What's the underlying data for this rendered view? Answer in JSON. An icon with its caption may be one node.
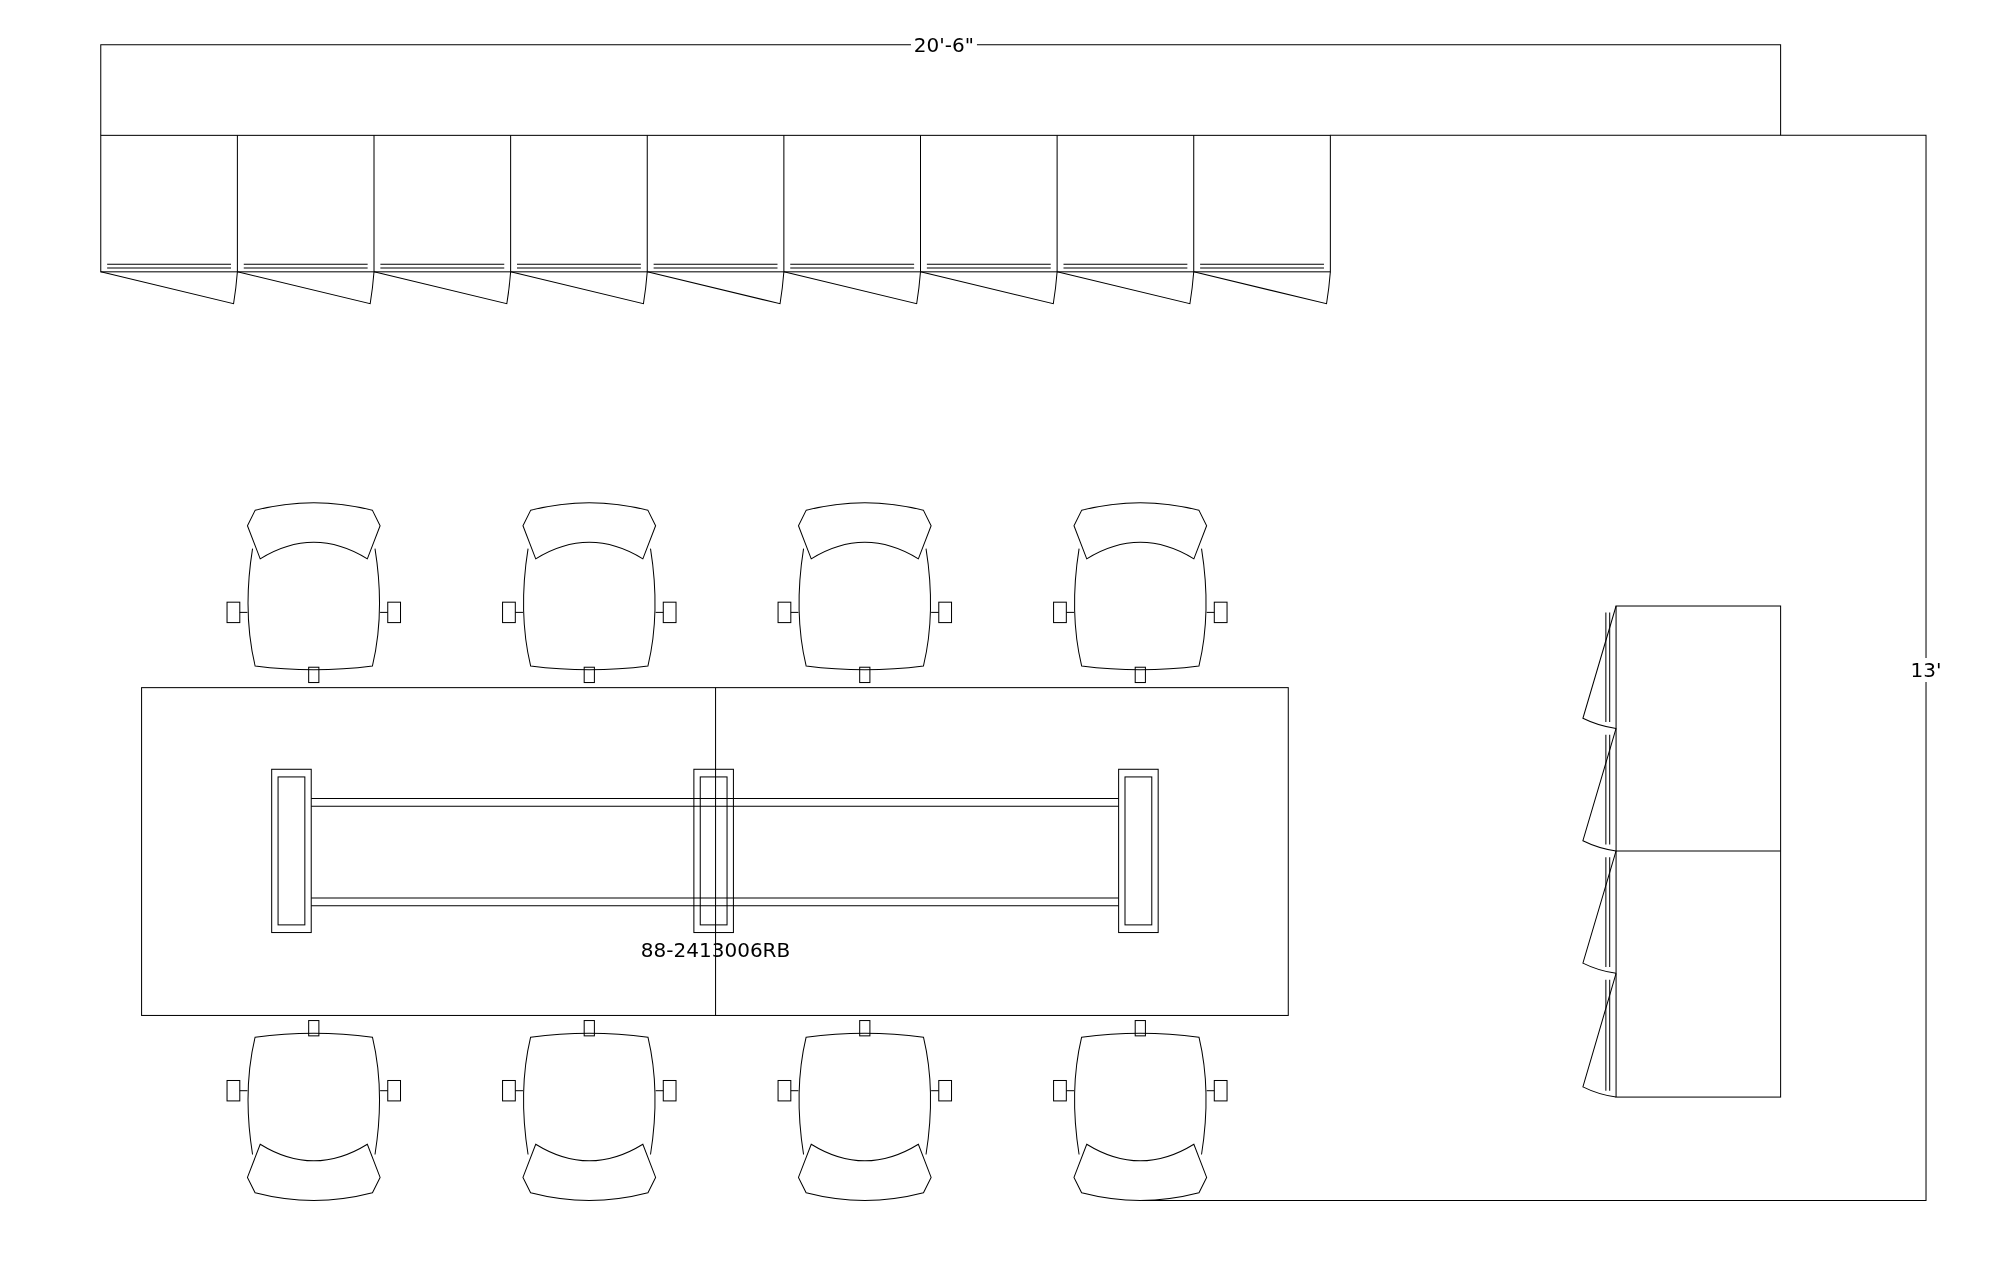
{
  "diagram": {
    "labels": [
      "20'-6\"",
      "13'",
      "88-2413006RB"
    ]
  }
}
